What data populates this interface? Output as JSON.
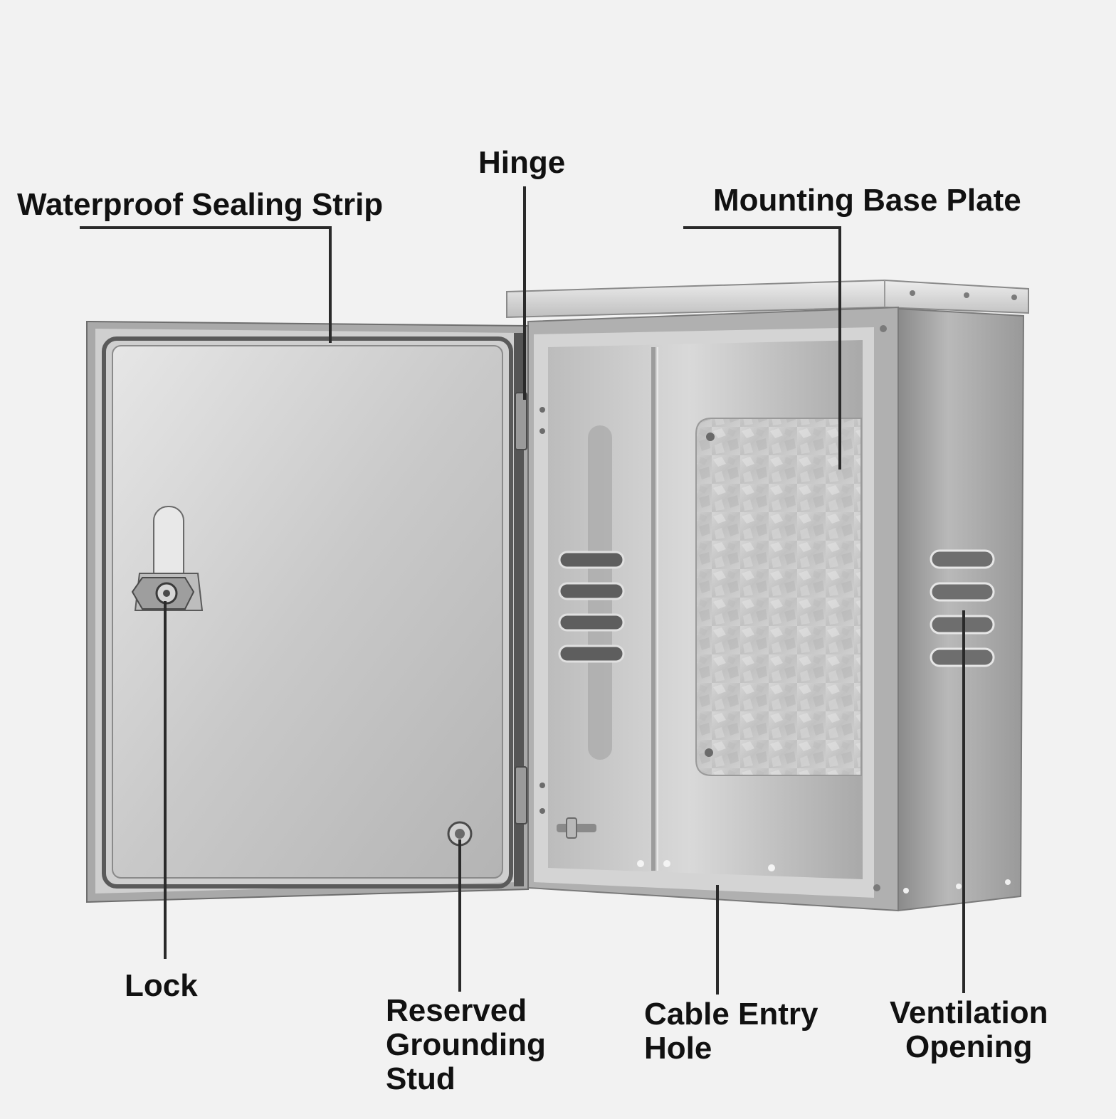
{
  "labels": {
    "sealing_strip": "Waterproof Sealing Strip",
    "hinge": "Hinge",
    "mounting_base_plate": "Mounting Base Plate",
    "lock": "Lock",
    "grounding_stud": [
      "Reserved",
      "Grounding",
      "Stud"
    ],
    "cable_entry_hole": [
      "Cable Entry",
      "Hole"
    ],
    "ventilation_opening": [
      "Ventilation",
      "Opening"
    ]
  },
  "colors": {
    "background": "#f2f2f2",
    "leader_line": "#2a2a2a",
    "label_text": "#111111",
    "steel_light": "#d8d8d8",
    "steel_dark": "#8c8c8c",
    "galvanized_plate": "#c9c9c9"
  }
}
